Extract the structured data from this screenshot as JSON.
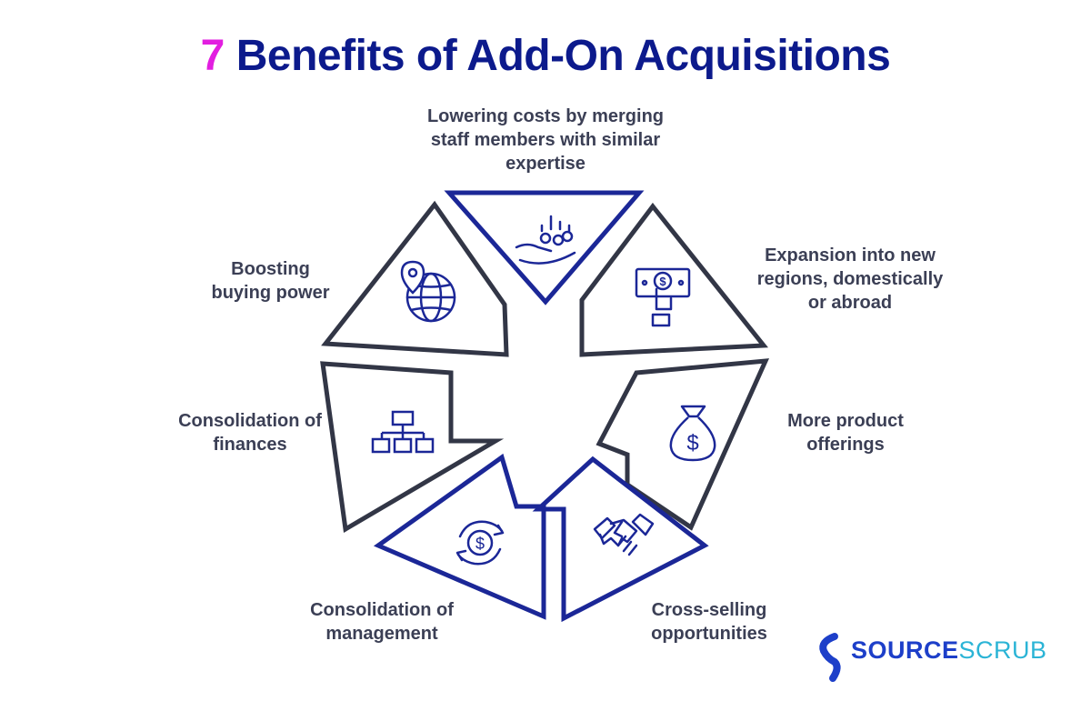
{
  "title": {
    "number": "7",
    "text": "Benefits of Add-On Acquisitions"
  },
  "benefits": [
    {
      "text": "Lowering costs by merging staff members with similar expertise",
      "icon": "hand-coins-icon"
    },
    {
      "text": "Expansion into new regions, domestically or abroad",
      "icon": "hand-banknote-icon"
    },
    {
      "text": "More product offerings",
      "icon": "money-bag-icon"
    },
    {
      "text": "Cross-selling opportunities",
      "icon": "handshake-icon"
    },
    {
      "text": "Consolidation of management",
      "icon": "dollar-cycle-icon"
    },
    {
      "text": "Consolidation of finances",
      "icon": "org-chart-icon"
    },
    {
      "text": "Boosting buying power",
      "icon": "globe-location-icon"
    }
  ],
  "logo": {
    "part1": "SOURCE",
    "part2": "SCRUB"
  },
  "colors": {
    "title": "#0c1a8c",
    "accent": "#e21ee0",
    "navy": "#1b2797",
    "dark": "#323646",
    "logo_dark": "#1d3fc9",
    "logo_light": "#2bb4d6"
  }
}
